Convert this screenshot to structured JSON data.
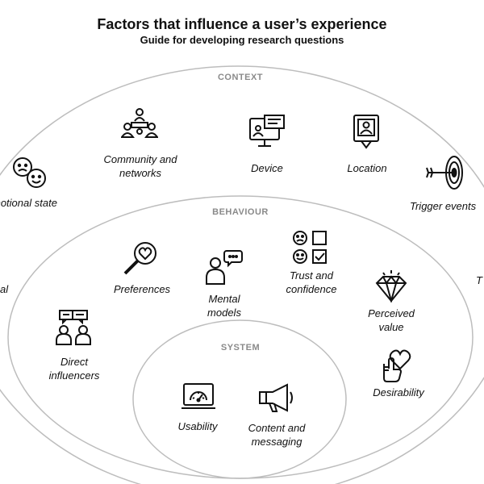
{
  "header": {
    "title": "Factors that influence a user’s experience",
    "subtitle": "Guide for developing research questions"
  },
  "zones": {
    "context": "CONTEXT",
    "behaviour": "BEHAVIOUR",
    "system": "SYSTEM"
  },
  "context_items": {
    "emotional_state": "motional state",
    "community": "Community and\nnetworks",
    "device": "Device",
    "location": "Location",
    "trigger": "Trigger events",
    "left_partial": "al",
    "left_partial_2": "",
    "right_partial": "T"
  },
  "behaviour_items": {
    "preferences": "Preferences",
    "mental_models": "Mental\nmodels",
    "trust": "Trust and\nconfidence",
    "perceived_value": "Perceived\nvalue",
    "direct_influencers": "Direct\ninfluencers",
    "desirability": "Desirability"
  },
  "system_items": {
    "usability": "Usability",
    "content": "Content and\nmessaging"
  },
  "icons": [
    "emoji-faces-icon",
    "community-network-icon",
    "device-monitor-icon",
    "location-pin-icon",
    "target-arrow-icon",
    "heart-magnifier-icon",
    "person-thought-icon",
    "trust-faces-checklist-icon",
    "diamond-icon",
    "direct-influencers-icon",
    "hand-heart-icon",
    "usability-gauge-icon",
    "megaphone-icon"
  ]
}
